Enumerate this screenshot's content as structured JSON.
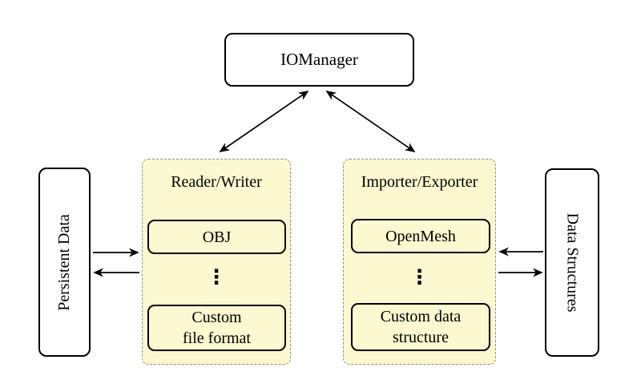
{
  "colors": {
    "background": "#ffffff",
    "group_fill": "#fcf8cf",
    "group_border": "#8f8f8f",
    "node_border": "#000000",
    "arrow": "#000000",
    "text": "#000000"
  },
  "nodes": {
    "iomanager": {
      "label": "IOManager"
    },
    "persistent_data": {
      "label": "Persistent Data"
    },
    "data_structures": {
      "label": "Data Structures"
    },
    "reader_writer": {
      "title": "Reader/Writer",
      "item_top": "OBJ",
      "ellipsis": "⋮",
      "item_bottom": "Custom\nfile format"
    },
    "importer_exporter": {
      "title": "Importer/Exporter",
      "item_top": "OpenMesh",
      "ellipsis": "⋮",
      "item_bottom": "Custom data\nstructure"
    }
  },
  "arrows": [
    {
      "from": "IOManager",
      "to": "Reader/Writer",
      "bidirectional": true
    },
    {
      "from": "IOManager",
      "to": "Importer/Exporter",
      "bidirectional": true
    },
    {
      "from": "Persistent Data",
      "to": "Reader/Writer",
      "bidirectional": false
    },
    {
      "from": "Reader/Writer",
      "to": "Persistent Data",
      "bidirectional": false
    },
    {
      "from": "Data Structures",
      "to": "Importer/Exporter",
      "bidirectional": false
    },
    {
      "from": "Importer/Exporter",
      "to": "Data Structures",
      "bidirectional": false
    }
  ]
}
